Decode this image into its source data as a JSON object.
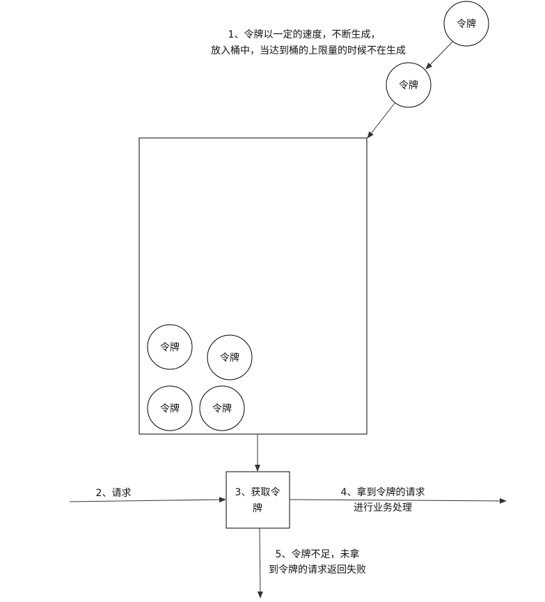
{
  "labels": {
    "generate_line1": "1、令牌以一定的速度，不断生成，",
    "generate_line2": "放入桶中，当达到桶的上限量的时候不在生成",
    "request": "2、请求",
    "acquire_line1": "3、获取令",
    "acquire_line2": "牌",
    "success_line1": "4、拿到令牌的请求",
    "success_line2": "进行业务处理",
    "fail_line1": "5、令牌不足，未拿",
    "fail_line2": "到令牌的请求返回失败"
  },
  "tokens": {
    "incoming_top": "令牌",
    "incoming_second": "令牌",
    "bucket_1": "令牌",
    "bucket_2": "令牌",
    "bucket_3": "令牌",
    "bucket_4": "令牌"
  }
}
